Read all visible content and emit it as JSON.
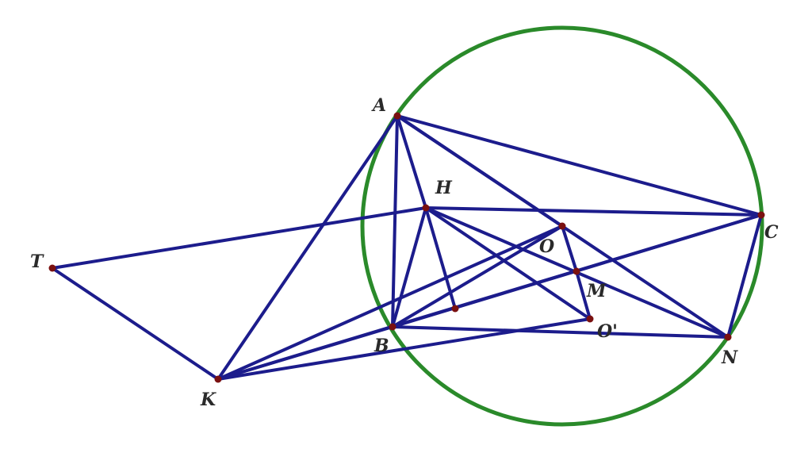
{
  "colors": {
    "line": "#1c1c8c",
    "circle": "#2a8a2a",
    "point": "#7a1010",
    "label": "#2a2a2a"
  },
  "labels": {
    "A": "A",
    "B": "B",
    "C": "C",
    "H": "H",
    "O": "O",
    "M": "M",
    "O_prime": "O'",
    "N": "N",
    "T": "T",
    "K": "K"
  }
}
